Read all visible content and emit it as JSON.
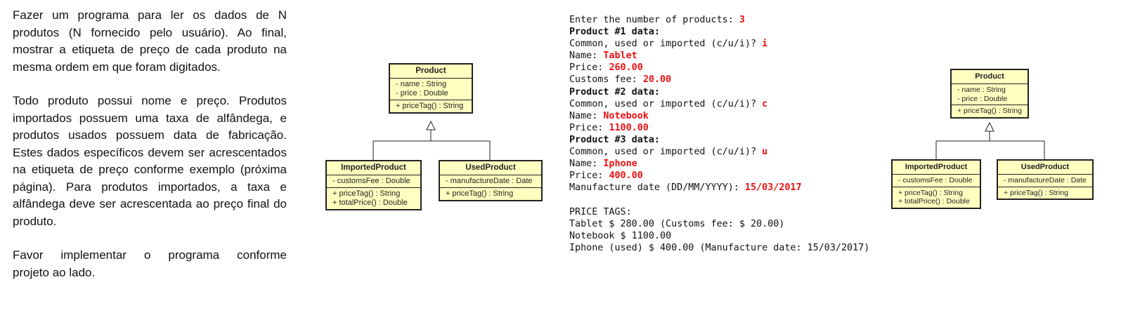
{
  "description": {
    "paragraphs": [
      "Fazer um programa para ler os dados de N produtos (N fornecido pelo usuário). Ao final, mostrar a etiqueta de preço de cada produto na mesma ordem em que foram digitados.",
      "Todo produto possui nome e preço. Produtos importados possuem uma taxa de alfândega, e produtos usados possuem data de fabricação. Estes dados específicos devem ser acrescentados na etiqueta de preço conforme exemplo (próxima página). Para produtos importados, a taxa e alfândega deve ser acrescentada ao preço final do produto.",
      "Favor implementar o programa conforme",
      "projeto ao lado."
    ]
  },
  "uml": {
    "product": {
      "name": "Product",
      "attributes": [
        "- name : String",
        "- price : Double"
      ],
      "methods": [
        "+ priceTag() : String"
      ]
    },
    "imported": {
      "name": "ImportedProduct",
      "attributes": [
        "- customsFee : Double"
      ],
      "methods": [
        "+ priceTag() : String",
        "+ totalPrice() : Double"
      ]
    },
    "used": {
      "name": "UsedProduct",
      "attributes": [
        "- manufactureDate : Date"
      ],
      "methods": [
        "+ priceTag() : String"
      ]
    }
  },
  "console": {
    "lines": [
      [
        {
          "t": "Enter the number of products: "
        },
        {
          "t": "3",
          "input": true
        }
      ],
      [
        {
          "t": "Product #1 data:",
          "bold": true
        }
      ],
      [
        {
          "t": "Common, used or imported (c/u/i)? "
        },
        {
          "t": "i",
          "input": true
        }
      ],
      [
        {
          "t": "Name: "
        },
        {
          "t": "Tablet",
          "input": true
        }
      ],
      [
        {
          "t": "Price: "
        },
        {
          "t": "260.00",
          "input": true
        }
      ],
      [
        {
          "t": "Customs fee: "
        },
        {
          "t": "20.00",
          "input": true
        }
      ],
      [
        {
          "t": "Product #2 data:",
          "bold": true
        }
      ],
      [
        {
          "t": "Common, used or imported (c/u/i)? "
        },
        {
          "t": "c",
          "input": true
        }
      ],
      [
        {
          "t": "Name: "
        },
        {
          "t": "Notebook",
          "input": true
        }
      ],
      [
        {
          "t": "Price: "
        },
        {
          "t": "1100.00",
          "input": true
        }
      ],
      [
        {
          "t": "Product #3 data:",
          "bold": true
        }
      ],
      [
        {
          "t": "Common, used or imported (c/u/i)? "
        },
        {
          "t": "u",
          "input": true
        }
      ],
      [
        {
          "t": "Name: "
        },
        {
          "t": "Iphone",
          "input": true
        }
      ],
      [
        {
          "t": "Price: "
        },
        {
          "t": "400.00",
          "input": true
        }
      ],
      [
        {
          "t": "Manufacture date (DD/MM/YYYY): "
        },
        {
          "t": "15/03/2017",
          "input": true
        }
      ],
      [],
      [
        {
          "t": "PRICE TAGS:"
        }
      ],
      [
        {
          "t": "Tablet $ 280.00 (Customs fee: $ 20.00)"
        }
      ],
      [
        {
          "t": "Notebook $ 1100.00"
        }
      ],
      [
        {
          "t": "Iphone (used) $ 400.00 (Manufacture date: 15/03/2017)"
        }
      ]
    ]
  },
  "colors": {
    "class_fill": "#ffffc0",
    "input_text": "#e11111",
    "border": "#222222"
  }
}
